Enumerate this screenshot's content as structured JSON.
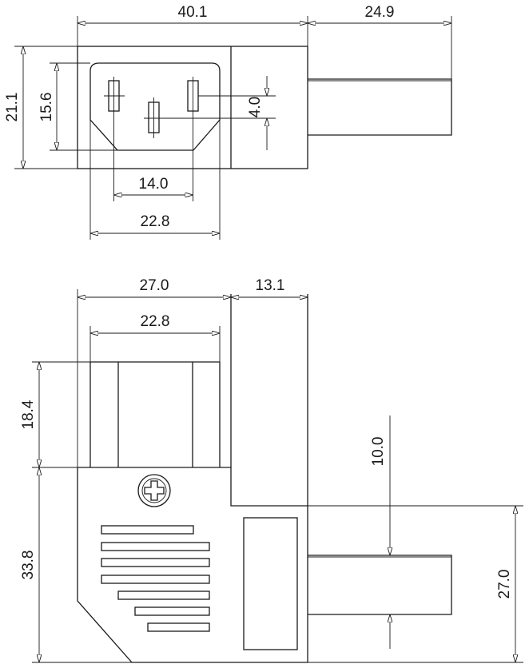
{
  "top_view": {
    "dim_width": "40.1",
    "dim_cable": "24.9",
    "dim_height": "21.1",
    "dim_socket_height": "15.6",
    "dim_pin_offset": "4.0",
    "dim_pin_spacing": "14.0",
    "dim_socket_width": "22.8"
  },
  "side_view": {
    "dim_body_width": "27.0",
    "dim_back_depth": "13.1",
    "dim_socket_width": "22.8",
    "dim_socket_depth": "18.4",
    "dim_body_height": "33.8",
    "dim_cable_offset": "10.0",
    "dim_cable_height": "27.0"
  }
}
